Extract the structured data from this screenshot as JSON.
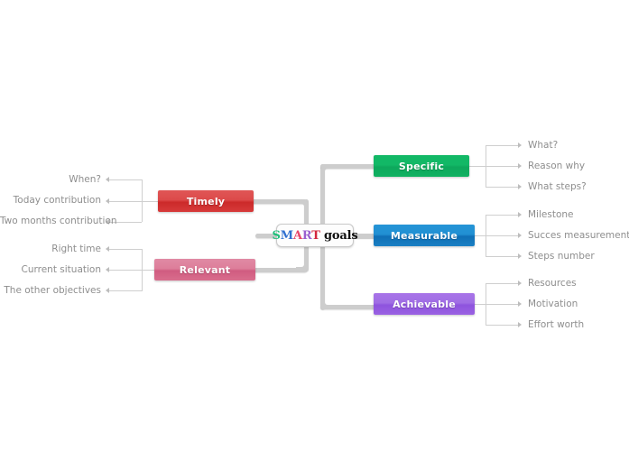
{
  "center": {
    "name": "SMART goals",
    "letters": [
      {
        "char": "S",
        "color": "#1fbf7a"
      },
      {
        "char": "M",
        "color": "#2f6fd0"
      },
      {
        "char": "A",
        "color": "#e8456a"
      },
      {
        "char": "R",
        "color": "#9a5fd0"
      },
      {
        "char": "T",
        "color": "#d3263f"
      }
    ],
    "suffix": " goals",
    "suffix_color": "#111111"
  },
  "branches": {
    "specific": {
      "label": "Specific",
      "color": "#12b866",
      "side": "right",
      "leaves": [
        "What?",
        "Reason why",
        "What steps?"
      ]
    },
    "measurable": {
      "label": "Measurable",
      "color": "#2190d3",
      "side": "right",
      "leaves": [
        "Milestone",
        "Succes measurement",
        "Steps number"
      ]
    },
    "achievable": {
      "label": "Achievable",
      "color": "#a06ee4",
      "side": "right",
      "leaves": [
        "Resources",
        "Motivation",
        "Effort worth"
      ]
    },
    "timely": {
      "label": "Timely",
      "color": "#dc4a4a",
      "side": "left",
      "leaves": [
        "When?",
        "Today contribution",
        "Two months contribution"
      ]
    },
    "relevant": {
      "label": "Relevant",
      "color": "#dd7e9a",
      "side": "left",
      "leaves": [
        "Right time",
        "Current situation",
        "The other objectives"
      ]
    }
  },
  "style": {
    "background": "#ffffff",
    "connector_color": "#cdcdcd",
    "leaf_connector_color": "#cfcfcf",
    "leaf_text_color": "#8e8e8e"
  }
}
